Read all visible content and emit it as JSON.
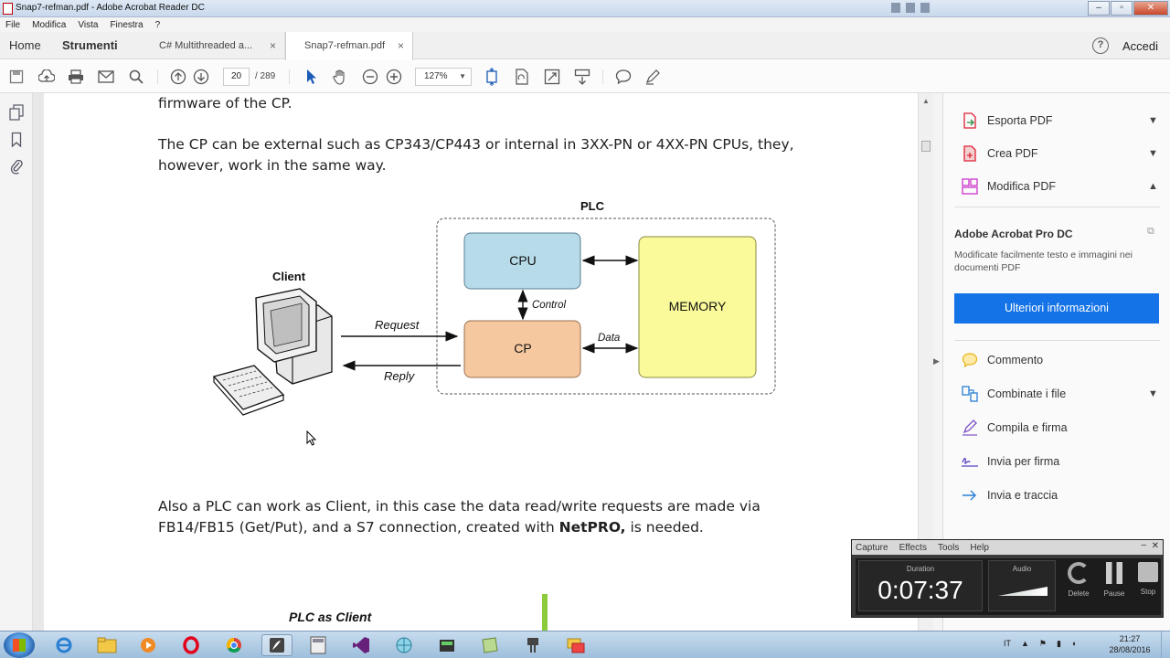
{
  "window": {
    "title": "Snap7-refman.pdf - Adobe Acrobat Reader DC"
  },
  "menu": [
    "File",
    "Modifica",
    "Vista",
    "Finestra",
    "?"
  ],
  "tabs": {
    "home": "Home",
    "tools": "Strumenti",
    "doc_tabs": [
      {
        "label": "C# Multithreaded a...",
        "close": "×"
      },
      {
        "label": "Snap7-refman.pdf",
        "close": "×"
      }
    ],
    "help": "?",
    "signin": "Accedi"
  },
  "toolbar": {
    "page_current": "20",
    "page_total": "/ 289",
    "zoom": "127%"
  },
  "document": {
    "para1": "firmware of the CP.",
    "para2_line1": "The CP can be external such as CP343/CP443 or internal in 3XX-PN or 4XX-PN CPUs, they,",
    "para2_line2": "however, work in the same way.",
    "para3_line1": "Also a PLC can work as Client, in this case the data read/write requests are made via",
    "para3_line2_a": "FB14/FB15 (Get/Put), and a S7 connection, created with ",
    "para3_line2_b": "NetPRO,",
    "para3_line2_c": " is needed.",
    "bottom_caption": "PLC as Client"
  },
  "diagram": {
    "plc_label": "PLC",
    "client_label": "Client",
    "cpu": "CPU",
    "cp": "CP",
    "memory": "MEMORY",
    "control": "Control",
    "data": "Data",
    "request": "Request",
    "reply": "Reply",
    "colors": {
      "cpu": "#b7dbe8",
      "cp": "#f6c8a0",
      "memory": "#fafa9a"
    }
  },
  "right_panel": {
    "export": "Esporta PDF",
    "create": "Crea PDF",
    "edit": "Modifica PDF",
    "promo_title": "Adobe Acrobat Pro DC",
    "promo_text": "Modificate facilmente testo e immagini nei documenti PDF",
    "promo_button": "Ulteriori informazioni",
    "comment": "Commento",
    "combine": "Combinate i file",
    "fill_sign": "Compila e firma",
    "send_sign": "Invia per firma",
    "send_track": "Invia e traccia",
    "accent": "#1473e6"
  },
  "recorder": {
    "menu": [
      "Capture",
      "Effects",
      "Tools",
      "Help"
    ],
    "duration_label": "Duration",
    "duration": "0:07:37",
    "audio_label": "Audio",
    "delete": "Delete",
    "pause": "Pause",
    "stop": "Stop"
  },
  "taskbar": {
    "lang": "IT",
    "time": "21:27",
    "date": "28/08/2016"
  }
}
